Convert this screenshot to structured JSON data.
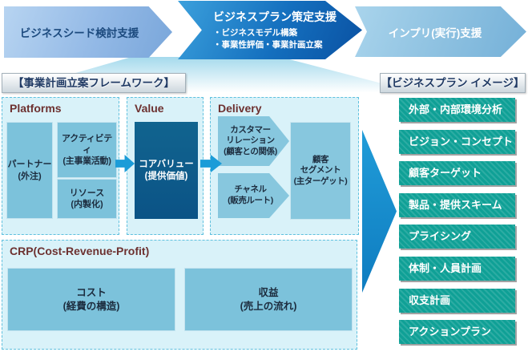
{
  "process": {
    "arrows": [
      {
        "label": "ビジネスシード検討支援"
      },
      {
        "label": "ビジネスプラン策定支援",
        "bullets": [
          "・ビジネスモデル構築",
          "・事業性評価・事業計画立案"
        ]
      },
      {
        "label": "インプリ(実行)支援"
      }
    ]
  },
  "framework": {
    "heading": "【事業計画立案フレームワーク】",
    "platforms": {
      "title": "Platforms",
      "partner": "パートナー\n(外注)",
      "activity": "アクティビティ\n(主事業活動)",
      "resource": "リソース\n(内製化)"
    },
    "value": {
      "title": "Value",
      "core_value": "コアバリュー\n(提供価値)"
    },
    "delivery": {
      "title": "Delivery",
      "customer_relation": "カスタマー\nリレーション\n(顧客との関係)",
      "channel": "チャネル\n(販売ルート)",
      "customer_segment": "顧客\nセグメント\n(主ターゲット)"
    },
    "crp": {
      "title": "CRP(Cost-Revenue-Profit)",
      "cost": "コスト\n(経費の構造)",
      "revenue": "収益\n(売上の流れ)"
    }
  },
  "business_plan": {
    "heading": "【ビジネスプラン イメージ】",
    "items": [
      "外部・内部環境分析",
      "ビジョン・コンセプト",
      "顧客ターゲット",
      "製品・提供スキーム",
      "プライシング",
      "体制・人員計画",
      "収支計画",
      "アクションプラン"
    ]
  },
  "colors": {
    "arrow_light_blue": "#8cb4e4",
    "arrow_dark_blue": "#0b55a4",
    "section_bg": "#d9f2f9",
    "section_border": "#5fc0de",
    "box_blue": "#7cc2db",
    "core_value_blue": "#0d5a8c",
    "flow_arrow_blue": "#1b9cd8",
    "list_teal": "#0fa096",
    "section_title_maroon": "#6d3130",
    "heading_navy": "#203a64"
  }
}
